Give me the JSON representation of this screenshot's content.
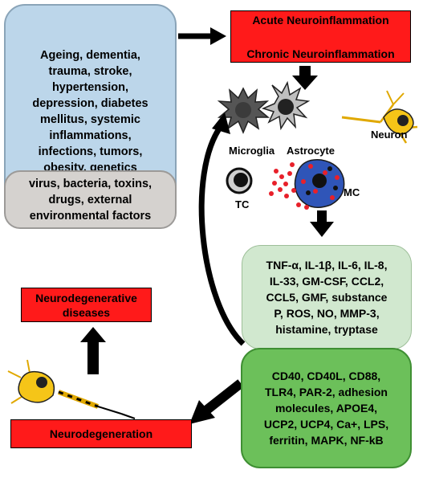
{
  "risk_factors": "Ageing, dementia,\ntrauma, stroke,\nhypertension,\ndepression, diabetes\nmellitus, systemic\ninflammations,\ninfections, tumors,\nobesity, genetics",
  "environmental_factors": "virus, bacteria, toxins,\ndrugs, external\nenvironmental factors",
  "inflammation": {
    "acute": "Acute Neuroinflammation",
    "chronic": "Chronic Neuroinflammation"
  },
  "cells": {
    "microglia": "Microglia",
    "astrocyte": "Astrocyte",
    "neuron": "Neuron",
    "tc": "TC",
    "mc": "MC"
  },
  "mediators": "TNF-α, IL-1β, IL-6, IL-8,\nIL-33, GM-CSF, CCL2,\nCCL5, GMF, substance\nP, ROS, NO, MMP-3,\nhistamine, tryptase",
  "molecules": "CD40, CD40L, CD88,\nTLR4, PAR-2, adhesion\nmolecules, APOE4,\nUCP2, UCP4, Ca+, LPS,\nferritin, MAPK, NF-kB",
  "neurodegenerative_diseases": "Neurodegenerative\ndiseases",
  "neurodegeneration": "Neurodegeneration",
  "colors": {
    "red_box": "#ff1a1a",
    "risk_box": "#bcd6ea",
    "env_box": "#d5d2cf",
    "mediator_box": "#d1e8cf",
    "molecule_box": "#6cc05a",
    "neuron_yellow": "#f5c518",
    "mast_cell_blue": "#2f55b8",
    "granule_red": "#e8202a"
  }
}
